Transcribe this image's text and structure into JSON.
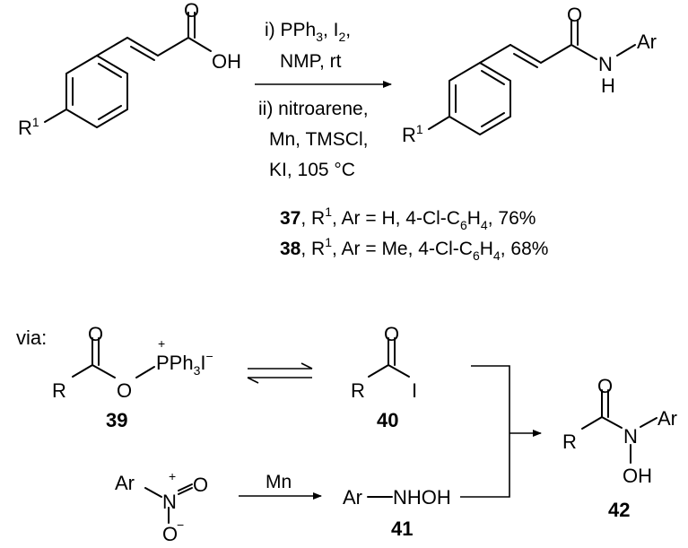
{
  "scheme1": {
    "sm_oh": "OH",
    "sm_o": "O",
    "sm_r": "R",
    "sm_r_sup": "1",
    "step1_a": "i) PPh",
    "step1_a_sub": "3",
    "step1_b": ", I",
    "step1_b_sub": "2",
    "step1_c": ",",
    "step1_line2": "NMP, rt",
    "step2_line1": "ii) nitroarene,",
    "step2_line2": "Mn, TMSCl,",
    "step2_line3": "KI, 105 °C",
    "prod_o": "O",
    "prod_n": "N",
    "prod_h": "H",
    "prod_ar": "Ar",
    "prod_r": "R",
    "prod_r_sup": "1"
  },
  "results": [
    {
      "compound": "37",
      "mid": ", R",
      "sup": "1",
      "text": ", Ar = H, 4-Cl-C",
      "sub1": "6",
      "h": "H",
      "sub2": "4",
      "yield": ", 76%"
    },
    {
      "compound": "38",
      "mid": ", R",
      "sup": "1",
      "text": ", Ar = Me, 4-Cl-C",
      "sub1": "6",
      "h": "H",
      "sub2": "4",
      "yield": ", 68%"
    }
  ],
  "mechanism": {
    "via": "via:",
    "c39": {
      "o_top": "O",
      "r": "R",
      "o_ester": "O",
      "plus": "+",
      "p": "PPh",
      "p_sub": "3",
      "i": "I",
      "minus": "−",
      "label": "39"
    },
    "c40": {
      "o": "O",
      "r": "R",
      "i": "I",
      "label": "40"
    },
    "nitro": {
      "ar": "Ar",
      "n": "N",
      "plus": "+",
      "o_right": "O",
      "o_bottom": "O",
      "minus": "−"
    },
    "reagent_mn": "Mn",
    "c41": {
      "text": "Ar",
      "nhoh": "NHOH",
      "label": "41"
    },
    "c42": {
      "o": "O",
      "r": "R",
      "n": "N",
      "ar": "Ar",
      "oh": "OH",
      "label": "42"
    }
  }
}
